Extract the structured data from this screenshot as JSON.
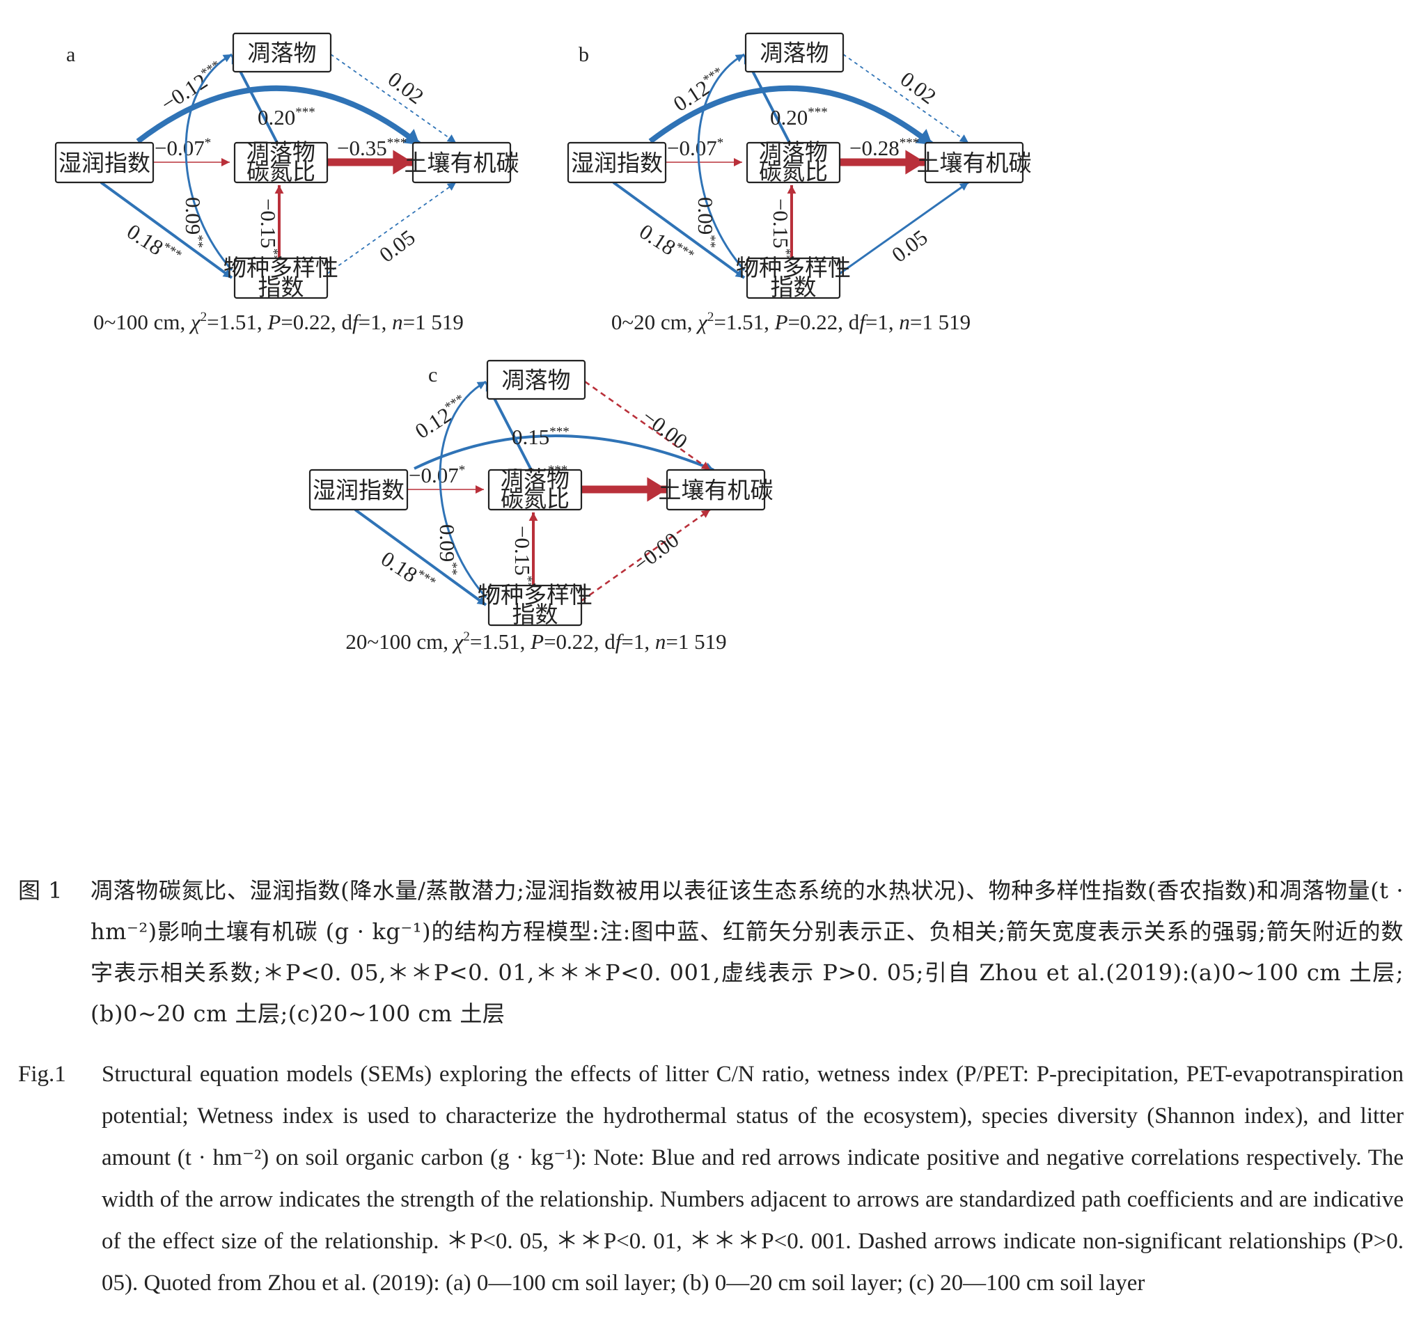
{
  "panels": [
    {
      "id": "a",
      "label": "a",
      "nodes": {
        "litter": "凋落物",
        "wetness": "湿润指数",
        "cn_ratio": [
          "凋落物",
          "碳氮比"
        ],
        "soc": "土壤有机碳",
        "diversity": [
          "物种多样性",
          "指数"
        ]
      },
      "paths": [
        {
          "from": "wetness",
          "to": "litter",
          "coef": "−0.12",
          "sig": "***",
          "sign": "positive",
          "significant": true
        },
        {
          "from": "wetness",
          "to": "soc",
          "coef": "0.20",
          "sig": "***",
          "sign": "positive",
          "significant": true
        },
        {
          "from": "wetness",
          "to": "cn_ratio",
          "coef": "−0.07",
          "sig": "*",
          "sign": "negative",
          "significant": true
        },
        {
          "from": "cn_ratio",
          "to": "soc",
          "coef": "−0.35",
          "sig": "***",
          "sign": "negative",
          "significant": true
        },
        {
          "from": "wetness",
          "to": "diversity",
          "coef": "0.18",
          "sig": "***",
          "sign": "positive",
          "significant": true
        },
        {
          "from": "diversity",
          "to": "litter",
          "coef": "0.09",
          "sig": "**",
          "sign": "positive",
          "significant": true
        },
        {
          "from": "diversity",
          "to": "cn_ratio",
          "coef": "−0.15",
          "sig": "***",
          "sign": "negative",
          "significant": true
        },
        {
          "from": "litter",
          "to": "soc",
          "coef": "0.02",
          "sig": "",
          "sign": "positive",
          "significant": false
        },
        {
          "from": "diversity",
          "to": "soc",
          "coef": "0.05",
          "sig": "",
          "sign": "positive",
          "significant": false
        }
      ],
      "stats": {
        "layer": "0~100 cm",
        "chi2": "1.51",
        "p": "0.22",
        "df": "1",
        "n": "1 519"
      }
    },
    {
      "id": "b",
      "label": "b",
      "nodes": {
        "litter": "凋落物",
        "wetness": "湿润指数",
        "cn_ratio": [
          "凋落物",
          "碳氮比"
        ],
        "soc": "土壤有机碳",
        "diversity": [
          "物种多样性",
          "指数"
        ]
      },
      "paths": [
        {
          "from": "wetness",
          "to": "litter",
          "coef": "0.12",
          "sig": "***",
          "sign": "positive",
          "significant": true
        },
        {
          "from": "wetness",
          "to": "soc",
          "coef": "0.20",
          "sig": "***",
          "sign": "positive",
          "significant": true
        },
        {
          "from": "wetness",
          "to": "cn_ratio",
          "coef": "−0.07",
          "sig": "*",
          "sign": "negative",
          "significant": true
        },
        {
          "from": "cn_ratio",
          "to": "soc",
          "coef": "−0.28",
          "sig": "***",
          "sign": "negative",
          "significant": true
        },
        {
          "from": "wetness",
          "to": "diversity",
          "coef": "0.18",
          "sig": "***",
          "sign": "positive",
          "significant": true
        },
        {
          "from": "diversity",
          "to": "litter",
          "coef": "0.09",
          "sig": "**",
          "sign": "positive",
          "significant": true
        },
        {
          "from": "diversity",
          "to": "cn_ratio",
          "coef": "−0.15",
          "sig": "***",
          "sign": "negative",
          "significant": true
        },
        {
          "from": "litter",
          "to": "soc",
          "coef": "0.02",
          "sig": "",
          "sign": "positive",
          "significant": false
        },
        {
          "from": "diversity",
          "to": "soc",
          "coef": "0.05",
          "sig": "",
          "sign": "positive",
          "significant": true
        }
      ],
      "stats": {
        "layer": "0~20 cm",
        "chi2": "1.51",
        "p": "0.22",
        "df": "1",
        "n": "1 519"
      }
    },
    {
      "id": "c",
      "label": "c",
      "nodes": {
        "litter": "凋落物",
        "wetness": "湿润指数",
        "cn_ratio": [
          "凋落物",
          "碳氮比"
        ],
        "soc": "土壤有机碳",
        "diversity": [
          "物种多样性",
          "指数"
        ]
      },
      "paths": [
        {
          "from": "wetness",
          "to": "litter",
          "coef": "0.12",
          "sig": "***",
          "sign": "positive",
          "significant": true
        },
        {
          "from": "wetness",
          "to": "soc",
          "coef": "0.15",
          "sig": "***",
          "sign": "positive",
          "significant": true
        },
        {
          "from": "wetness",
          "to": "cn_ratio",
          "coef": "−0.07",
          "sig": "*",
          "sign": "negative",
          "significant": true
        },
        {
          "from": "cn_ratio",
          "to": "soc",
          "coef": "−0.34",
          "sig": "***",
          "sign": "negative",
          "significant": true
        },
        {
          "from": "wetness",
          "to": "diversity",
          "coef": "0.18",
          "sig": "***",
          "sign": "positive",
          "significant": true
        },
        {
          "from": "diversity",
          "to": "litter",
          "coef": "0.09",
          "sig": "**",
          "sign": "positive",
          "significant": true
        },
        {
          "from": "diversity",
          "to": "cn_ratio",
          "coef": "−0.15",
          "sig": "***",
          "sign": "negative",
          "significant": true
        },
        {
          "from": "litter",
          "to": "soc",
          "coef": "−0.00",
          "sig": "",
          "sign": "negative",
          "significant": false
        },
        {
          "from": "diversity",
          "to": "soc",
          "coef": "−0.00",
          "sig": "",
          "sign": "negative",
          "significant": false
        }
      ],
      "stats": {
        "layer": "20~100 cm",
        "chi2": "1.51",
        "p": "0.22",
        "df": "1",
        "n": "1 519"
      }
    }
  ],
  "colors": {
    "positive": "#2f73b6",
    "negative": "#b9303a",
    "text": "#222222"
  },
  "caption_zh": {
    "label": "图 1",
    "text": "凋落物碳氮比、湿润指数(降水量/蒸散潜力;湿润指数被用以表征该生态系统的水热状况)、物种多样性指数(香农指数)和凋落物量(t · hm⁻²)影响土壤有机碳 (g · kg⁻¹)的结构方程模型:注:图中蓝、红箭矢分别表示正、负相关;箭矢宽度表示关系的强弱;箭矢附近的数字表示相关系数;＊P<0. 05,＊＊P<0. 01,＊＊＊P<0. 001,虚线表示 P>0. 05;引自 Zhou et al.(2019):(a)0~100 cm 土层;(b)0~20 cm 土层;(c)20~100 cm 土层"
  },
  "caption_en": {
    "label": "Fig.1",
    "text": "Structural equation models (SEMs) exploring the effects of litter C/N ratio, wetness index (P/PET: P-precipitation, PET-evapotranspiration potential; Wetness index is used to characterize the hydrothermal status of the ecosystem), species diversity (Shannon index), and litter amount (t · hm⁻²) on soil organic carbon (g · kg⁻¹): Note: Blue and red arrows indicate positive and negative correlations respectively. The width of the arrow indicates the strength of the relationship. Numbers adjacent to arrows are standardized path coefficients and are indicative of the effect size of the relationship. ＊P<0. 05, ＊＊P<0. 01, ＊＊＊P<0. 001. Dashed arrows indicate non-significant relationships (P>0. 05). Quoted from Zhou et al. (2019): (a) 0—100 cm soil layer; (b) 0—20 cm soil layer; (c) 20—100 cm soil layer"
  }
}
